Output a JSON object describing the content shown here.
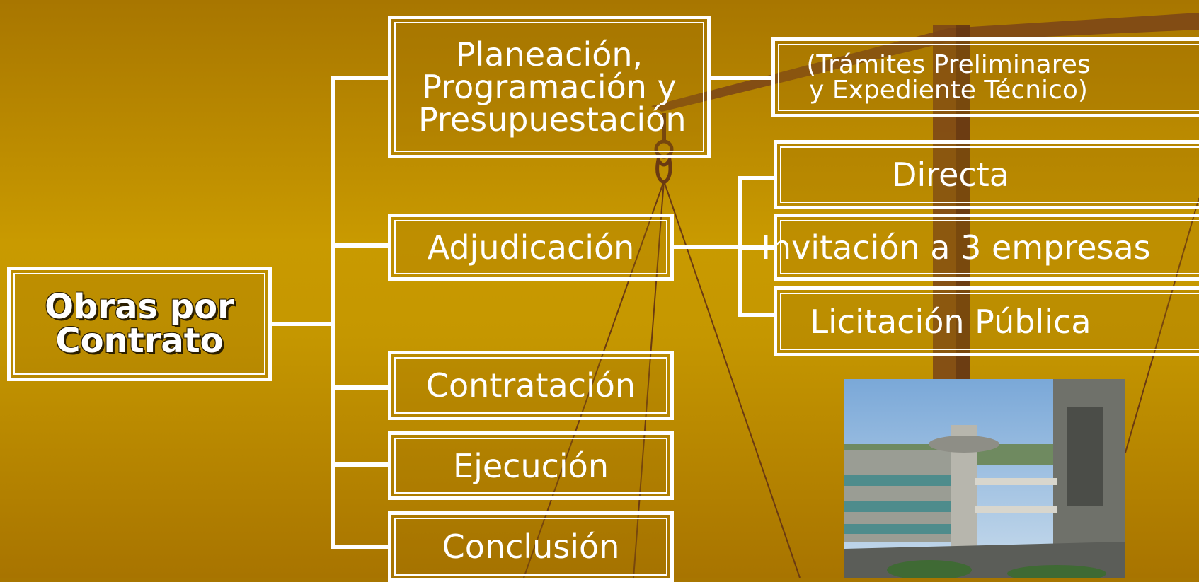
{
  "diagram": {
    "root": {
      "label": "Obras por Contrato"
    },
    "stages": [
      {
        "id": "planeacion",
        "label": "Planeación, Programación y Presupuestación"
      },
      {
        "id": "adjudicacion",
        "label": "Adjudicación"
      },
      {
        "id": "contratacion",
        "label": "Contratación"
      },
      {
        "id": "ejecucion",
        "label": "Ejecución"
      },
      {
        "id": "conclusion",
        "label": "Conclusión"
      }
    ],
    "planeacion_note": "(Trámites Preliminares y Expediente Técnico)",
    "adjudicacion_types": [
      {
        "label": "Directa"
      },
      {
        "label": "Invitación a 3 empresas"
      },
      {
        "label": "Licitación Pública"
      }
    ]
  },
  "colors": {
    "background_top": "#a87600",
    "background_mid": "#c99a00",
    "box_border": "#ffffff",
    "text": "#ffffff",
    "crane": "#7a4418"
  }
}
